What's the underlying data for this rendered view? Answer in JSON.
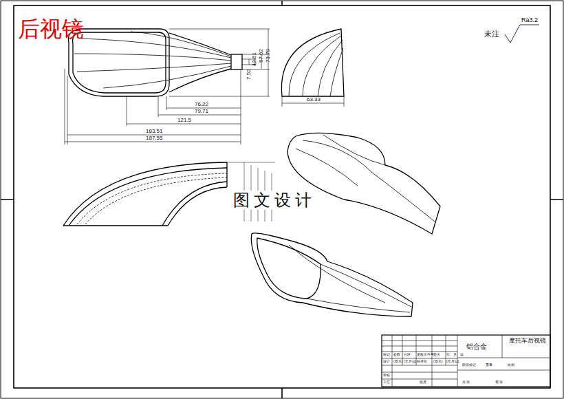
{
  "diagram": {
    "title": "后视镜",
    "labels": [
      "7.52",
      "12.51",
      "57.62",
      "73.79",
      "76.22",
      "79.71",
      "121.5",
      "183.51",
      "187.55",
      "63.33",
      "未注",
      "Ra3.2",
      "图文设计",
      "铝合金",
      "摩托车后视镜",
      "标记",
      "处数",
      "分区",
      "更改文件号",
      "签名",
      "年、月、日",
      "设计",
      "(签名)",
      "(年月日)",
      "标准化",
      "(签名)",
      "(年月日)",
      "阶段标记",
      "重量",
      "比例",
      "审核",
      "工艺",
      "批准",
      "共 张",
      "第 张"
    ]
  }
}
